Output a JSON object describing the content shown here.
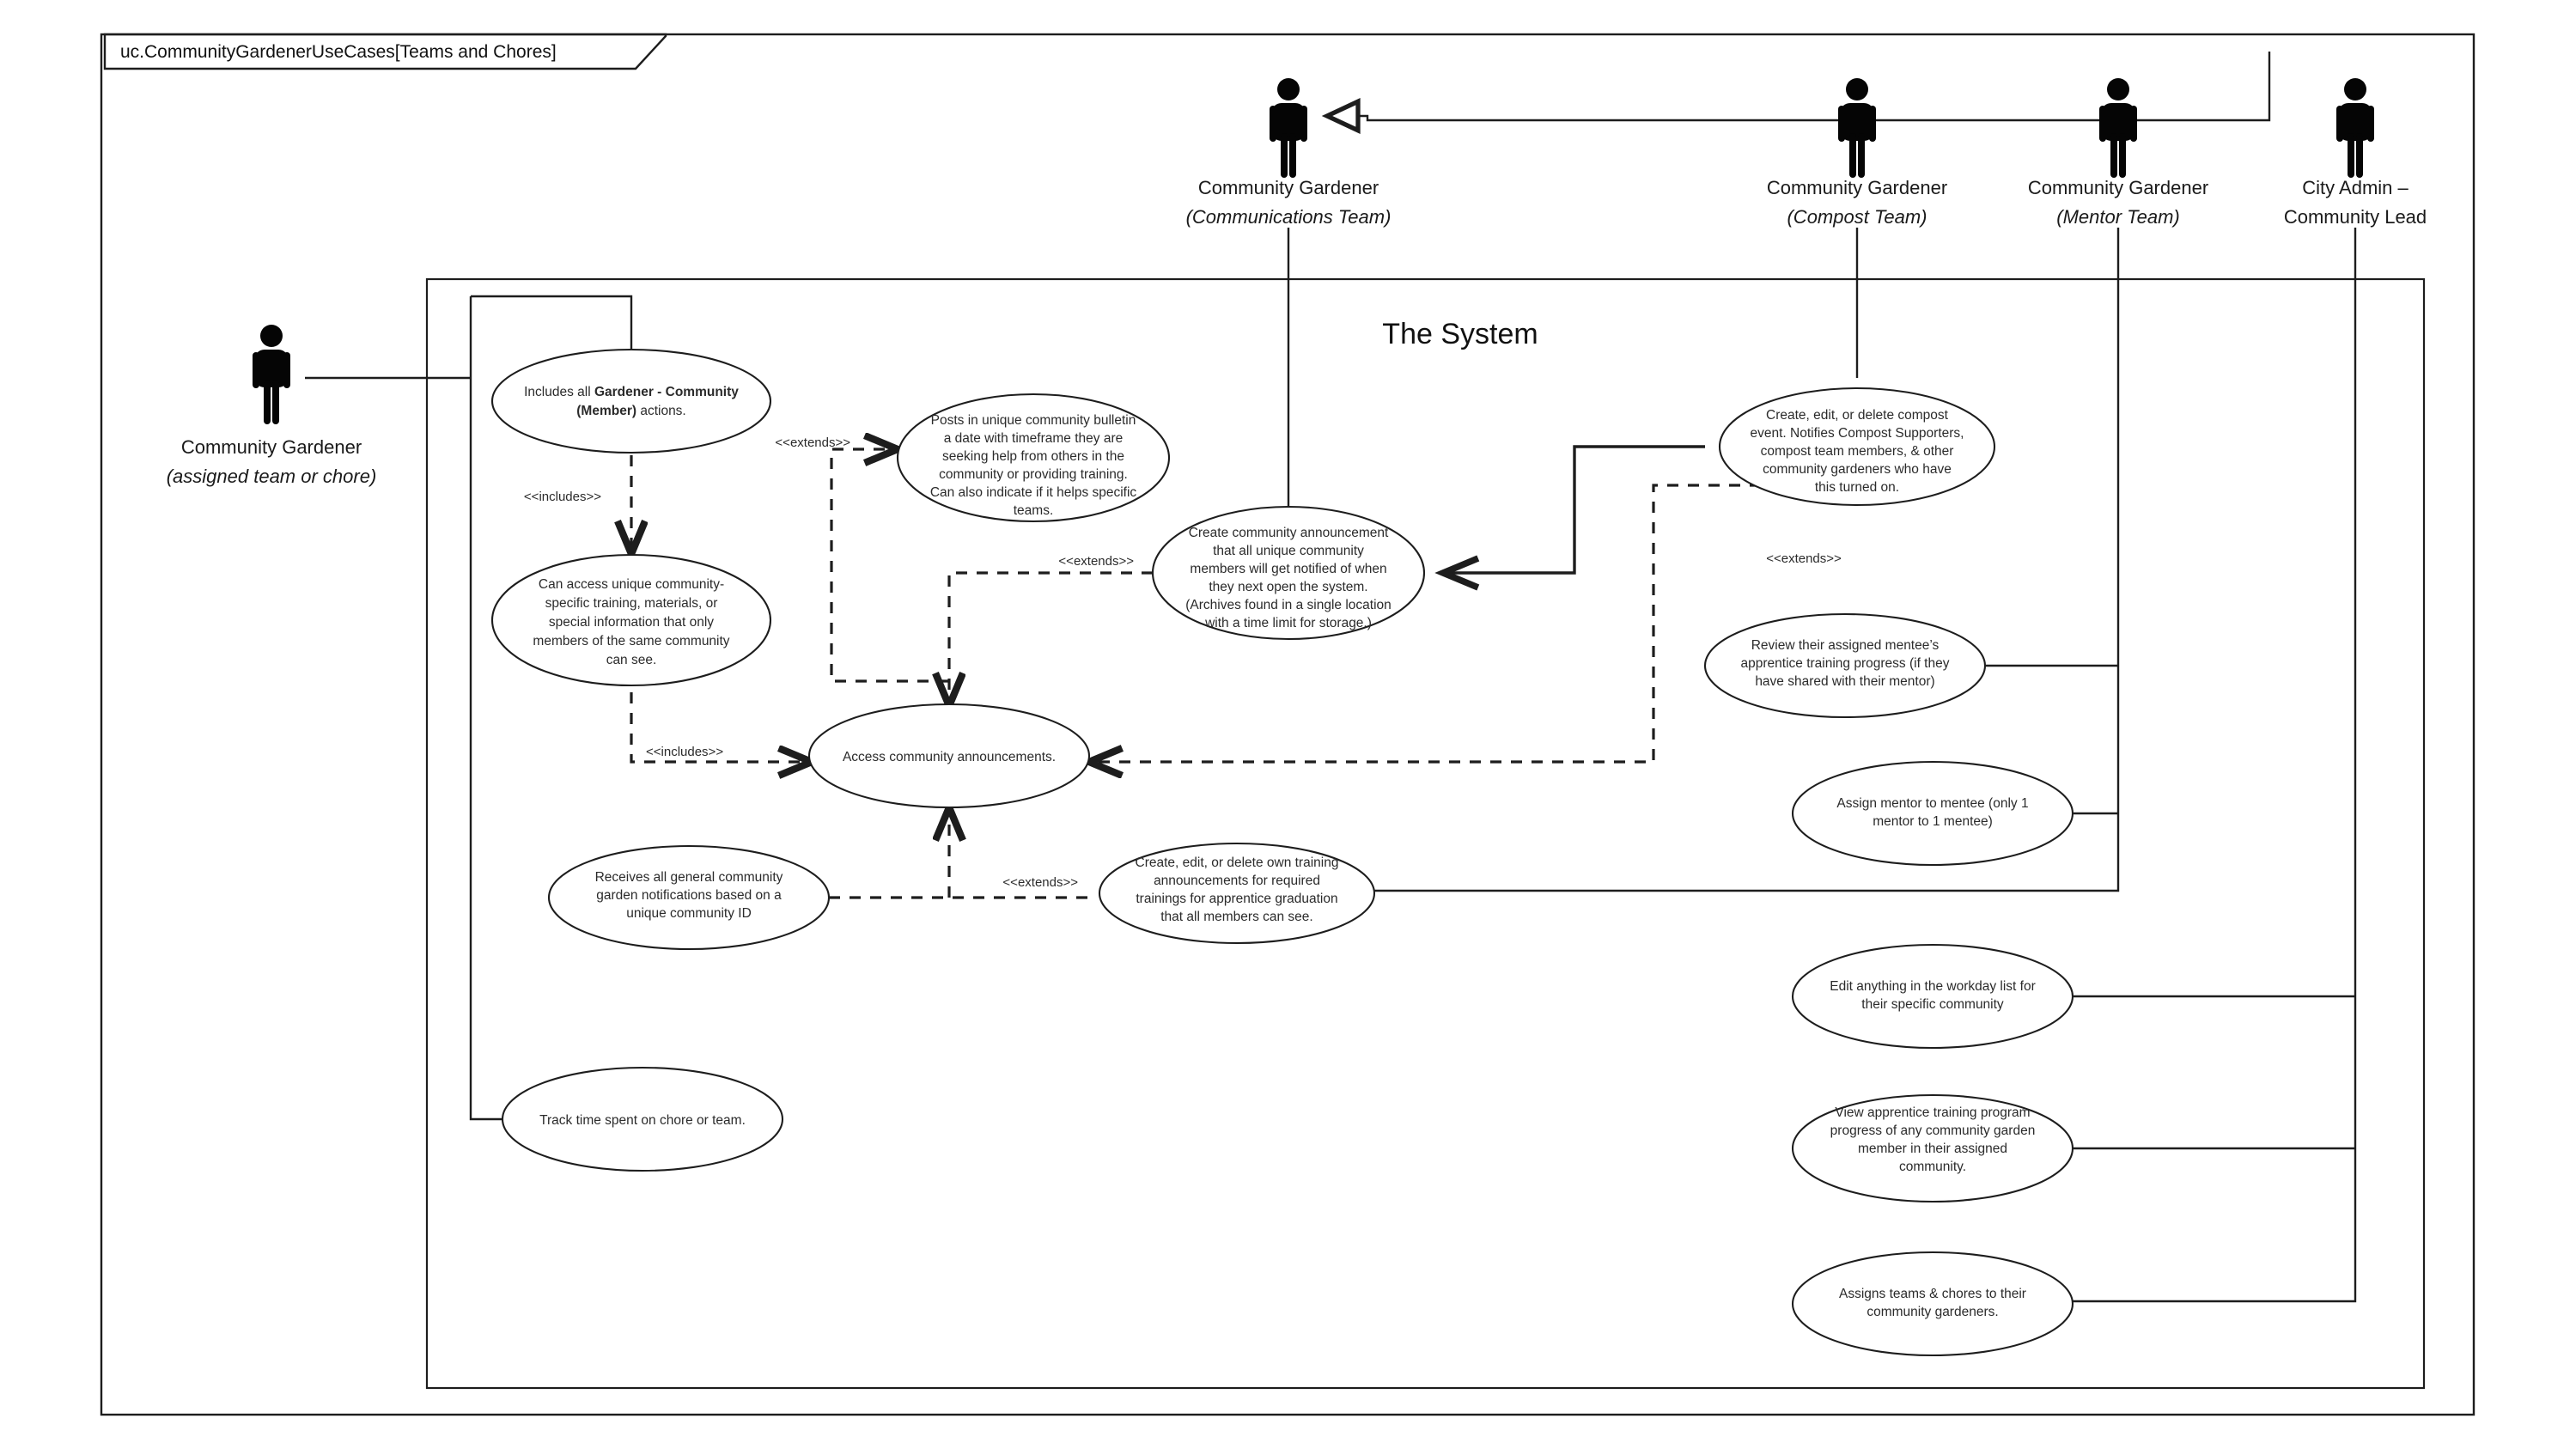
{
  "frame": {
    "title": "uc.CommunityGardenerUseCases[Teams and Chores]"
  },
  "system": {
    "title": "The System"
  },
  "actors": [
    {
      "id": "gardener-assigned",
      "name": "Community Gardener",
      "qualifier": "(assigned team or chore)"
    },
    {
      "id": "gardener-communications",
      "name": "Community Gardener",
      "qualifier": "(Communications Team)"
    },
    {
      "id": "gardener-compost",
      "name": "Community Gardener",
      "qualifier": "(Compost Team)"
    },
    {
      "id": "gardener-mentor",
      "name": "Community Gardener",
      "qualifier": "(Mentor Team)"
    },
    {
      "id": "city-admin",
      "name": "City Admin –",
      "qualifier": "Community Lead"
    }
  ],
  "use_cases": [
    {
      "id": "uc-includes-member-actions",
      "lines": [
        [
          {
            "t": "Includes all ",
            "b": false
          },
          {
            "t": "Gardener - Community",
            "b": true
          }
        ],
        [
          {
            "t": "(Member)",
            "b": true
          },
          {
            "t": " actions.",
            "b": false
          }
        ]
      ]
    },
    {
      "id": "uc-access-community-specific",
      "lines": [
        [
          {
            "t": "Can access unique community-",
            "b": false
          }
        ],
        [
          {
            "t": "specific training, materials, or",
            "b": false
          }
        ],
        [
          {
            "t": "special information that only",
            "b": false
          }
        ],
        [
          {
            "t": "members of the same community",
            "b": false
          }
        ],
        [
          {
            "t": "can see.",
            "b": false
          }
        ]
      ]
    },
    {
      "id": "uc-post-bulletin",
      "lines": [
        [
          {
            "t": "Posts in unique community bulletin",
            "b": false
          }
        ],
        [
          {
            "t": "a date with timeframe they are",
            "b": false
          }
        ],
        [
          {
            "t": "seeking help from others in the",
            "b": false
          }
        ],
        [
          {
            "t": "community or providing training.",
            "b": false
          }
        ],
        [
          {
            "t": "Can also indicate if it helps specific",
            "b": false
          }
        ],
        [
          {
            "t": "teams.",
            "b": false
          }
        ]
      ]
    },
    {
      "id": "uc-create-community-announcement",
      "lines": [
        [
          {
            "t": "Create community announcement",
            "b": false
          }
        ],
        [
          {
            "t": "that all unique community",
            "b": false
          }
        ],
        [
          {
            "t": "members will get notified of when",
            "b": false
          }
        ],
        [
          {
            "t": "they next open the system.",
            "b": false
          }
        ],
        [
          {
            "t": "(Archives found in a single location",
            "b": false
          }
        ],
        [
          {
            "t": "with a time limit for storage.)",
            "b": false
          }
        ]
      ]
    },
    {
      "id": "uc-access-announcements",
      "lines": [
        [
          {
            "t": "Access community announcements.",
            "b": false
          }
        ]
      ]
    },
    {
      "id": "uc-receives-notifications",
      "lines": [
        [
          {
            "t": "Receives all general community",
            "b": false
          }
        ],
        [
          {
            "t": "garden notifications based on a",
            "b": false
          }
        ],
        [
          {
            "t": "unique community ID",
            "b": false
          }
        ]
      ]
    },
    {
      "id": "uc-training-announcements",
      "lines": [
        [
          {
            "t": "Create, edit, or delete own training",
            "b": false
          }
        ],
        [
          {
            "t": "announcements for required",
            "b": false
          }
        ],
        [
          {
            "t": "trainings for apprentice graduation",
            "b": false
          }
        ],
        [
          {
            "t": "that all members can see.",
            "b": false
          }
        ]
      ]
    },
    {
      "id": "uc-track-time",
      "lines": [
        [
          {
            "t": "Track time spent on chore or team.",
            "b": false
          }
        ]
      ]
    },
    {
      "id": "uc-compost-event",
      "lines": [
        [
          {
            "t": "Create, edit, or delete compost",
            "b": false
          }
        ],
        [
          {
            "t": "event. Notifies Compost Supporters,",
            "b": false
          }
        ],
        [
          {
            "t": "compost team members, & other",
            "b": false
          }
        ],
        [
          {
            "t": "community gardeners who have",
            "b": false
          }
        ],
        [
          {
            "t": "this turned on.",
            "b": false
          }
        ]
      ]
    },
    {
      "id": "uc-review-mentee-progress",
      "lines": [
        [
          {
            "t": "Review their assigned mentee’s",
            "b": false
          }
        ],
        [
          {
            "t": "apprentice training progress (if they",
            "b": false
          }
        ],
        [
          {
            "t": "have shared with their mentor)",
            "b": false
          }
        ]
      ]
    },
    {
      "id": "uc-assign-mentor",
      "lines": [
        [
          {
            "t": "Assign mentor to mentee (only 1",
            "b": false
          }
        ],
        [
          {
            "t": "mentor to 1 mentee)",
            "b": false
          }
        ]
      ]
    },
    {
      "id": "uc-edit-workday-list",
      "lines": [
        [
          {
            "t": "Edit anything in the workday list for",
            "b": false
          }
        ],
        [
          {
            "t": "their specific community",
            "b": false
          }
        ]
      ]
    },
    {
      "id": "uc-view-apprentice-progress",
      "lines": [
        [
          {
            "t": "View apprentice training program",
            "b": false
          }
        ],
        [
          {
            "t": "progress of any community garden",
            "b": false
          }
        ],
        [
          {
            "t": "member in their assigned",
            "b": false
          }
        ],
        [
          {
            "t": "community.",
            "b": false
          }
        ]
      ]
    },
    {
      "id": "uc-assign-teams-chores",
      "lines": [
        [
          {
            "t": "Assigns teams & chores to their",
            "b": false
          }
        ],
        [
          {
            "t": "community gardeners.",
            "b": false
          }
        ]
      ]
    }
  ],
  "stereotypes": [
    {
      "id": "stereo-includes-1",
      "label": "<<includes>>"
    },
    {
      "id": "stereo-includes-2",
      "label": "<<includes>>"
    },
    {
      "id": "stereo-extends-1",
      "label": "<<extends>>"
    },
    {
      "id": "stereo-extends-2",
      "label": "<<extends>>"
    },
    {
      "id": "stereo-extends-3",
      "label": "<<extends>>"
    },
    {
      "id": "stereo-extends-4",
      "label": "<<extends>>"
    }
  ],
  "colors": {
    "stroke": "#1d1d1d",
    "background": "#ffffff",
    "text": "#2b2b2b"
  }
}
